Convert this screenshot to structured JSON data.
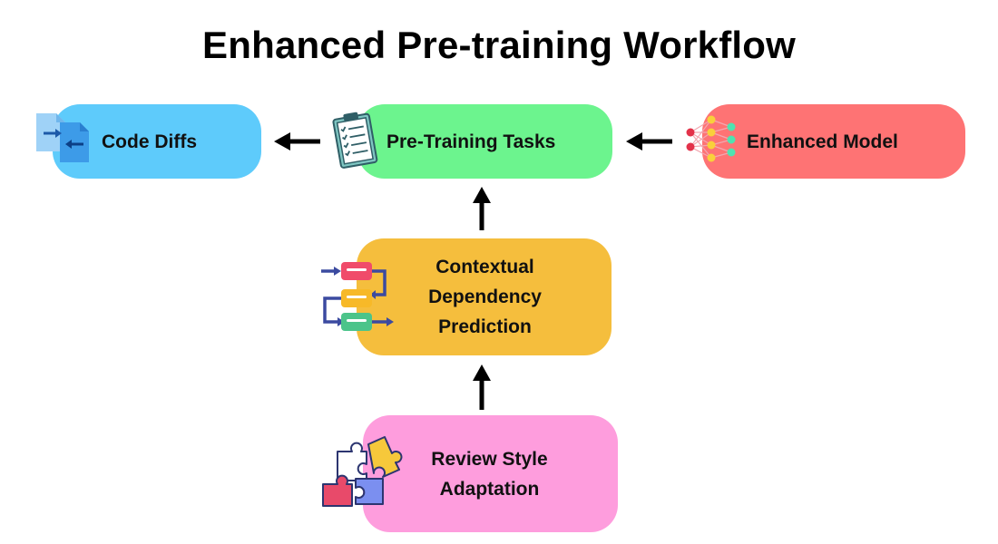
{
  "title": "Enhanced Pre-training Workflow",
  "nodes": {
    "code_diffs": {
      "label": "Code Diffs",
      "color": "#5ecbfb",
      "icon": "file-compare-icon"
    },
    "pretraining_tasks": {
      "label": "Pre-Training Tasks",
      "color": "#6cf48e",
      "icon": "clipboard-checklist-icon"
    },
    "enhanced_model": {
      "label": "Enhanced Model",
      "color": "#fe7374",
      "icon": "neural-network-icon"
    },
    "contextual_dependency": {
      "label": "Contextual\nDependency\nPrediction",
      "color": "#f5be3d",
      "icon": "workflow-steps-icon"
    },
    "review_style": {
      "label": "Review Style\nAdaptation",
      "color": "#fe9ddd",
      "icon": "puzzle-pieces-icon"
    }
  },
  "edges": [
    {
      "from": "pretraining_tasks",
      "to": "code_diffs"
    },
    {
      "from": "enhanced_model",
      "to": "pretraining_tasks"
    },
    {
      "from": "contextual_dependency",
      "to": "pretraining_tasks"
    },
    {
      "from": "review_style",
      "to": "contextual_dependency"
    }
  ]
}
